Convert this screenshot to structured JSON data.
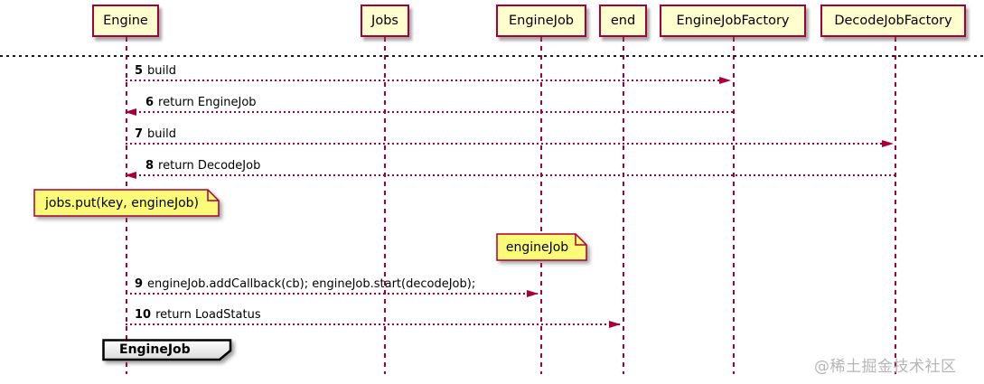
{
  "diagram": {
    "type": "uml-sequence-diagram",
    "participants": [
      {
        "name": "Engine"
      },
      {
        "name": "Jobs"
      },
      {
        "name": "EngineJob"
      },
      {
        "name": "end"
      },
      {
        "name": "EngineJobFactory"
      },
      {
        "name": "DecodeJobFactory"
      }
    ],
    "messages": [
      {
        "num": "5",
        "text": "build",
        "from": "Engine",
        "to": "EngineJobFactory"
      },
      {
        "num": "6",
        "text": "return EngineJob",
        "from": "EngineJobFactory",
        "to": "Engine"
      },
      {
        "num": "7",
        "text": "build",
        "from": "Engine",
        "to": "DecodeJobFactory"
      },
      {
        "num": "8",
        "text": "return DecodeJob",
        "from": "DecodeJobFactory",
        "to": "Engine"
      },
      {
        "num": "9",
        "text": "engineJob.addCallback(cb); engineJob.start(decodeJob);",
        "from": "Engine",
        "to": "EngineJob"
      },
      {
        "num": "10",
        "text": "return LoadStatus",
        "from": "Engine",
        "to": "end"
      }
    ],
    "notes": [
      {
        "text": "jobs.put(key, engineJob)",
        "over": "Engine"
      },
      {
        "text": "engineJob",
        "over": "EngineJob"
      }
    ],
    "ref": {
      "label": "EngineJob"
    },
    "watermark": "@稀土掘金技术社区",
    "colors": {
      "participant_fill": "#FEFECE",
      "note_fill": "#FBFB77",
      "line_and_border": "#A80036",
      "separator": "#1A1A1A",
      "text": "#000000",
      "watermark": "#A9A9A9"
    }
  }
}
